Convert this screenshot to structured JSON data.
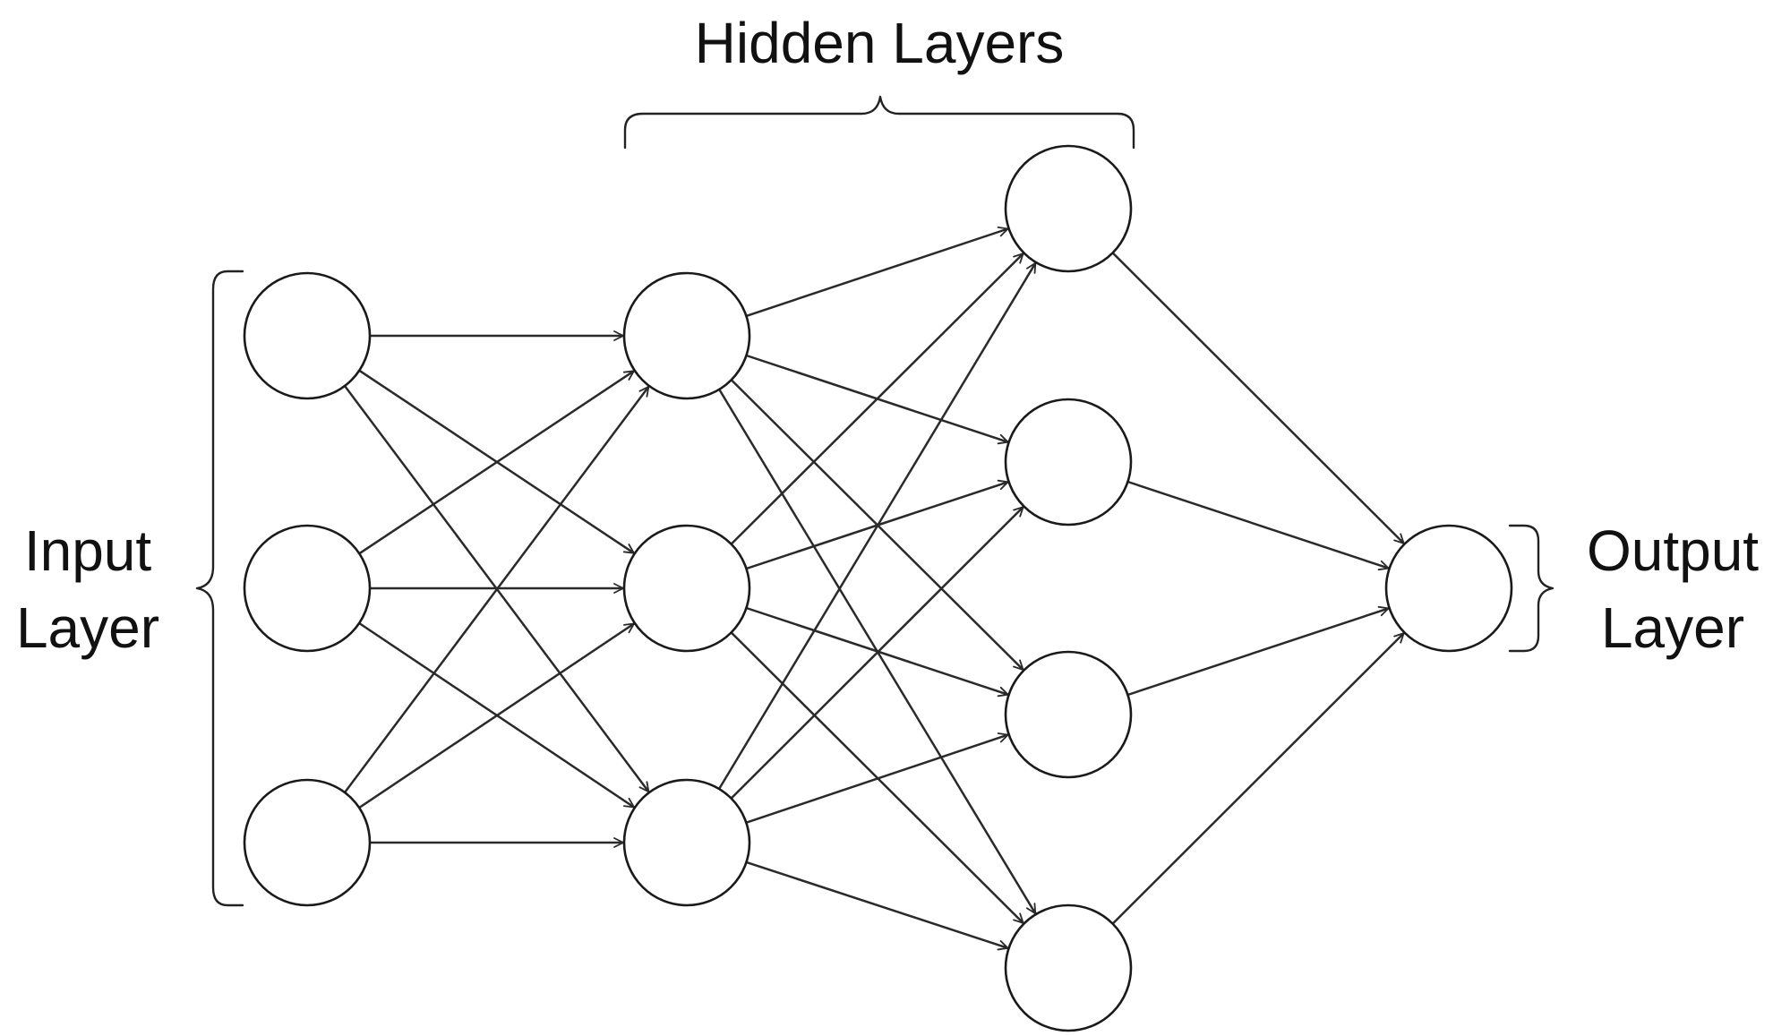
{
  "labels": {
    "hidden": "Hidden Layers",
    "input_line1": "Input",
    "input_line2": "Layer",
    "output_line1": "Output",
    "output_line2": "Layer"
  },
  "network": {
    "layers": [
      {
        "id": "input",
        "nodes": 3
      },
      {
        "id": "hidden1",
        "nodes": 3
      },
      {
        "id": "hidden2",
        "nodes": 4
      },
      {
        "id": "output",
        "nodes": 1
      }
    ],
    "connectivity": "fully-connected",
    "edge_direction": "left-to-right",
    "arrowheads": "open"
  },
  "colors": {
    "stroke": "#1a1a1a",
    "background": "#ffffff"
  }
}
